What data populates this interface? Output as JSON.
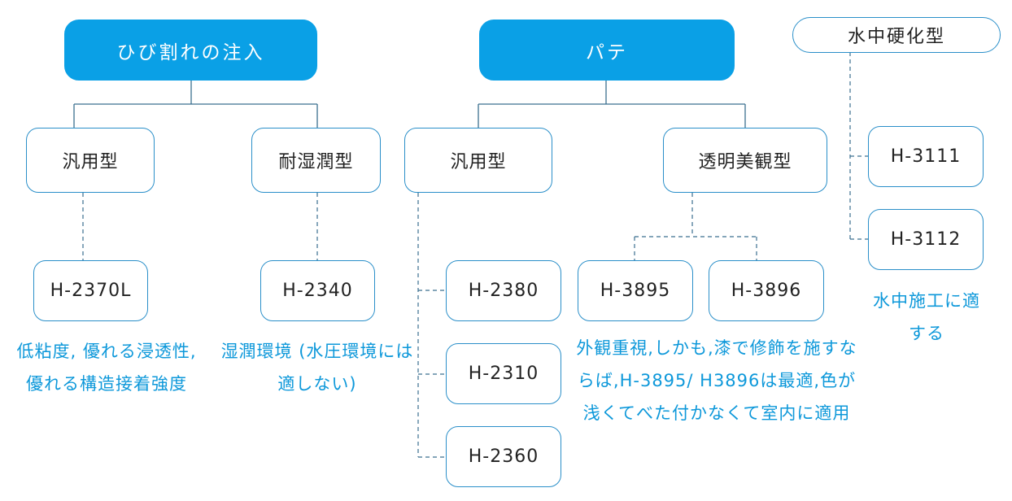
{
  "colors": {
    "accent": "#0aa0e6",
    "border": "#2a8fc9",
    "note_text": "#0d98da",
    "connector": "#3b6f8f"
  },
  "categories": {
    "injection": {
      "title": "ひび割れの注入",
      "sub1": {
        "label": "汎用型",
        "product": "H-2370L",
        "note": "低粘度, 優れる浸透性, 優れる構造接着強度"
      },
      "sub2": {
        "label": "耐湿潤型",
        "product": "H-2340",
        "note": "湿潤環境 (水圧環境には適しない)"
      }
    },
    "putty": {
      "title": "パテ",
      "sub1": {
        "label": "汎用型",
        "products": [
          "H-2380",
          "H-2310",
          "H-2360"
        ]
      },
      "sub2": {
        "label": "透明美観型",
        "products": [
          "H-3895",
          "H-3896"
        ],
        "note": "外観重視,しかも,漆で修飾を施すならば,H-3895/ H3896は最適,色が浅くてべた付かなくて室内に適用"
      }
    },
    "underwater": {
      "title": "水中硬化型",
      "products": [
        "H-3111",
        "H-3112"
      ],
      "note": "水中施工に適する"
    }
  }
}
